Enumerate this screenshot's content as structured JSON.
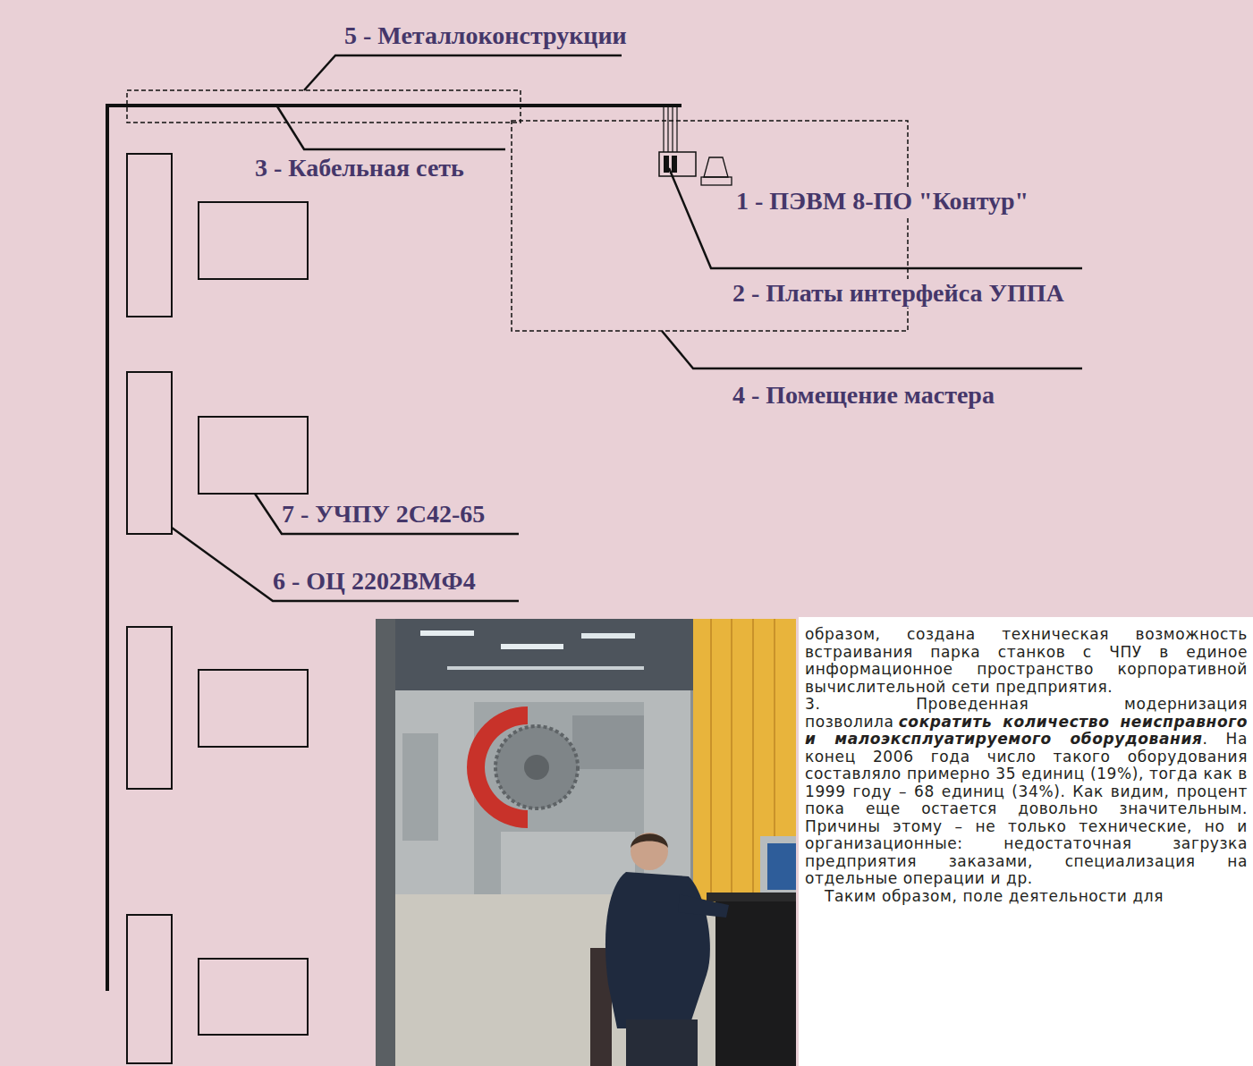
{
  "diagram": {
    "labels": [
      "5 - Металлоконструкции",
      "3 - Кабельная сеть",
      "1 - ПЭВМ 8-ПО \"Контур\"",
      "2 - Платы интерфейса УППА",
      "4 - Помещение мастера",
      "7 - УЧПУ 2С42-65",
      "6 - ОЦ 2202ВМФ4",
      "образом, создана техническая возможность встраивания парка станков с ЧПУ в единое информационное пространство корпоративной вычислительной сети предприятия.",
      "3. Проведенная модернизация позволила",
      "сократить количество неисправного и малоэксплуатируемого оборудования",
      ". На конец 2006 года число такого оборудования составляло примерно 35 единиц (19%), тогда как в 1999 году – 68 единиц (34%). Как видим, процент пока еще остается довольно значительным. Причины этому – не только технические, но и организационные: недостаточная загрузка предприятия заказами, специализация на отдельные операции и др.",
      "Таким образом, поле деятельности для"
    ]
  }
}
